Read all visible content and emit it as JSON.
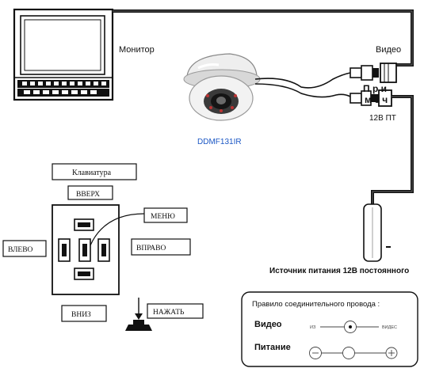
{
  "colors": {
    "line": "#111111",
    "camera_label": "#1a56c4",
    "camera_body": "#e6e6e6"
  },
  "labels": {
    "monitor": "Монитор",
    "video": "Видео",
    "pri": "П р и",
    "mech": "м е ч",
    "power_12v": "12В ПТ",
    "camera_model": "DDMF131IR",
    "power_supply": "Источник   питания   12В   постоянного"
  },
  "keyboard": {
    "title": "Клавиатура",
    "up": "ВВЕРХ",
    "menu": "МЕНЮ",
    "left": "ВЛЕВО",
    "right": "ВПРАВО",
    "down": "ВНИЗ",
    "press": "НАЖАТЬ"
  },
  "legend": {
    "title": "Правило соединительного провода :",
    "video_label": "Видео",
    "power_label": "Питание",
    "from_label": "ИЗ",
    "to_label": "ВИДЕС"
  },
  "icons": [
    "monitor-icon",
    "dome-camera-icon",
    "bnc-connector-icon",
    "dc-plug-icon",
    "power-adapter-icon",
    "arrow-down-icon",
    "push-button-icon",
    "bnc-symbol-icon",
    "power-symbol-icon"
  ]
}
